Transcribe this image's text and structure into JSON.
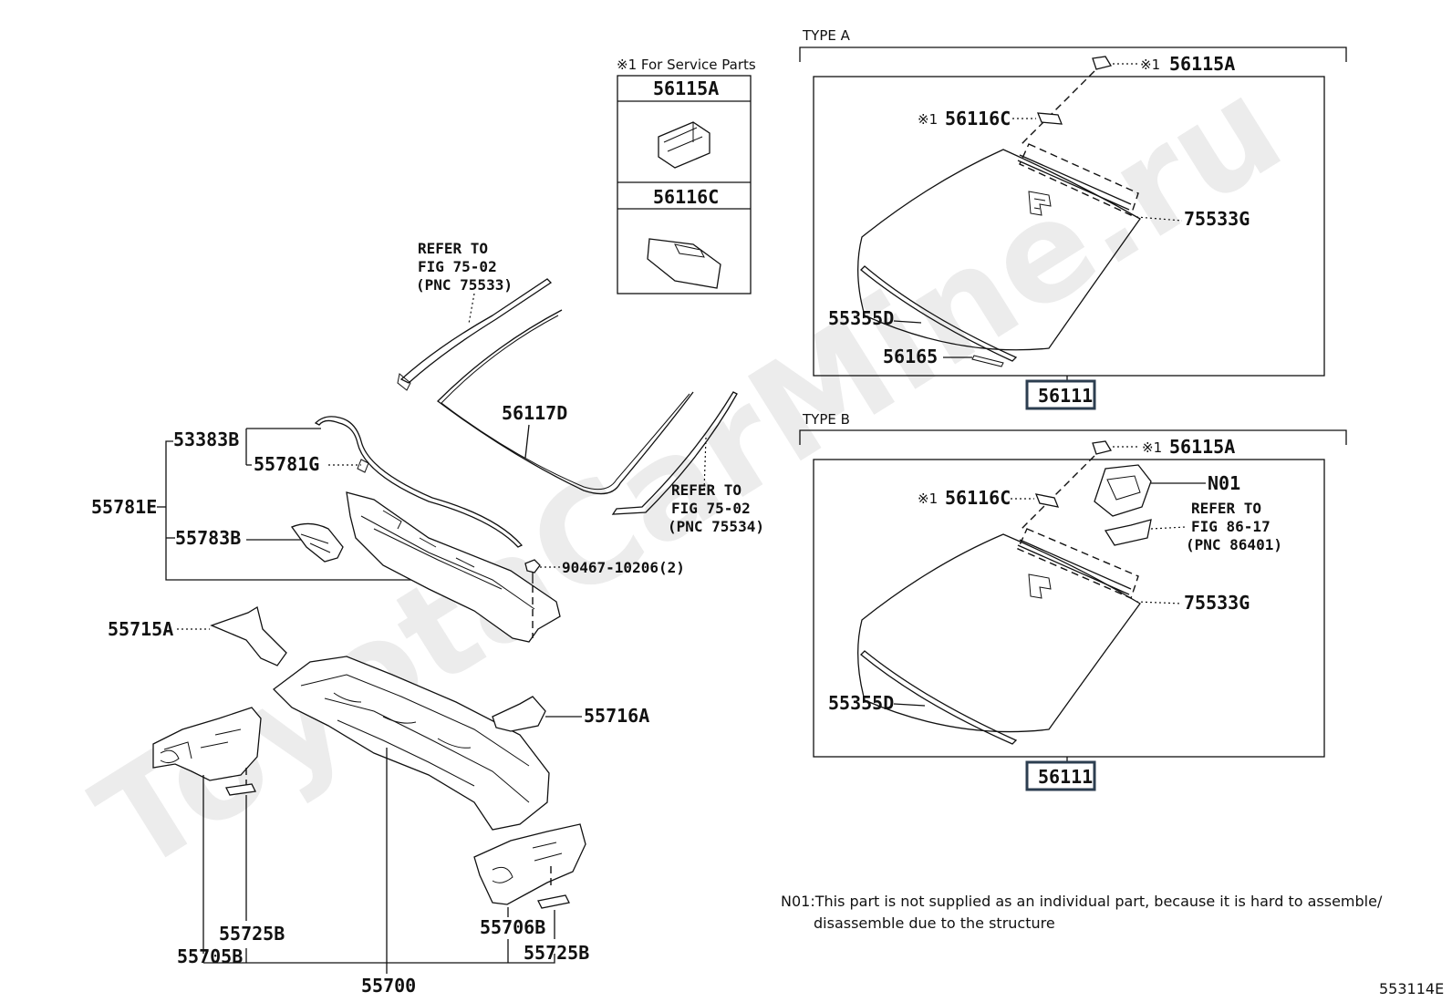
{
  "watermark": "ToyotaCarMine.ru",
  "service_box": {
    "title": "※1 For Service Parts",
    "part1": "56115A",
    "part2": "56116C"
  },
  "type_a": {
    "title": "TYPE A",
    "ref_56115A": "56115A",
    "mark_56115A": "※1",
    "ref_56116C": "56116C",
    "mark_56116C": "※1",
    "ref_75533G": "75533G",
    "ref_55355D": "55355D",
    "ref_56165": "56165",
    "part_no": "56111"
  },
  "type_b": {
    "title": "TYPE B",
    "ref_56115A": "56115A",
    "mark_56115A": "※1",
    "ref_56116C": "56116C",
    "mark_56116C": "※1",
    "ref_N01": "N01",
    "refer_line1": "REFER TO",
    "refer_line2": "FIG 86-17",
    "refer_line3": "(PNC 86401)",
    "ref_75533G": "75533G",
    "ref_55355D": "55355D",
    "part_no": "56111"
  },
  "left": {
    "refer1_line1": "REFER TO",
    "refer1_line2": "FIG 75-02",
    "refer1_line3": "(PNC 75533)",
    "refer2_line1": "REFER TO",
    "refer2_line2": "FIG 75-02",
    "refer2_line3": "(PNC 75534)",
    "ref_56117D": "56117D",
    "ref_53383B": "53383B",
    "ref_55781G": "55781G",
    "ref_55781E": "55781E",
    "ref_55783B": "55783B",
    "ref_90467": "90467-10206(2)",
    "ref_55715A": "55715A",
    "ref_55716A": "55716A",
    "ref_55725B_a": "55725B",
    "ref_55705B": "55705B",
    "ref_55706B": "55706B",
    "ref_55725B_b": "55725B",
    "ref_55700": "55700"
  },
  "note": {
    "line1": "N01:This part is not supplied as an individual part, because it is hard to assemble/",
    "line2": "disassemble due to the structure"
  },
  "figure_id": "553114E"
}
